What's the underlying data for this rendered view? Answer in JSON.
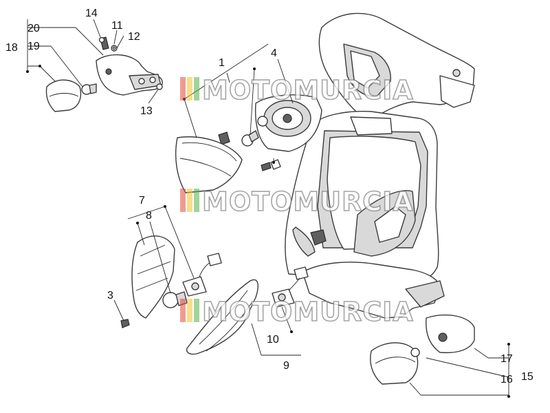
{
  "callouts": {
    "l1": "1",
    "l3": "3",
    "l4": "4",
    "l7": "7",
    "l8": "8",
    "l9": "9",
    "l10": "10",
    "l11": "11",
    "l12": "12",
    "l13": "13",
    "l14": "14",
    "l15": "15",
    "l16": "16",
    "l17": "17",
    "l18": "18",
    "l19": "19",
    "l20": "20"
  },
  "watermark": {
    "text": "MOTOMURCIA",
    "colors": {
      "red": "#e8463a",
      "yellow": "#f2c12e",
      "green": "#54b04a"
    }
  }
}
